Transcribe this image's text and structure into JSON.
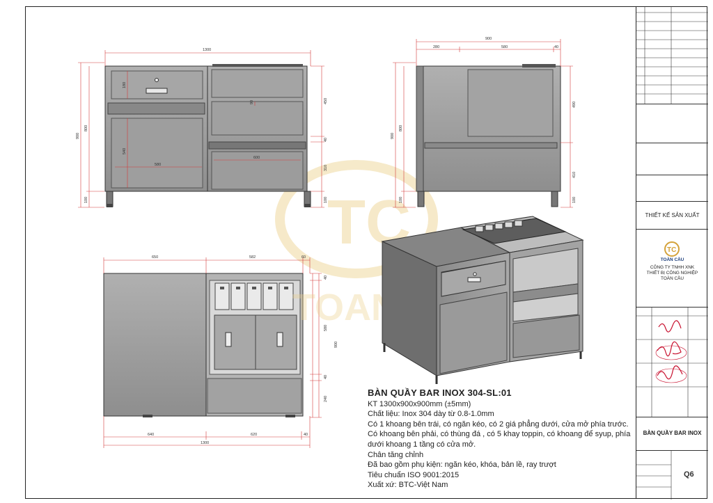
{
  "dims": {
    "front": {
      "width": "1300",
      "height_total": "900",
      "height_body": "800",
      "leg": "100",
      "d180": "180",
      "d540": "540",
      "d580": "580",
      "d600": "600",
      "d90": "90",
      "d450": "450",
      "d40": "40",
      "d310": "310"
    },
    "side": {
      "width": "900",
      "d280": "280",
      "d580": "580",
      "d40": "40",
      "h900": "900",
      "h800": "800",
      "h100": "100",
      "h490": "490",
      "h410": "410",
      "h100b": "100"
    },
    "top": {
      "d650": "650",
      "d582": "582",
      "d60": "60",
      "d40a": "40",
      "d580": "580",
      "d900": "900",
      "d40b": "40",
      "d240": "240",
      "d640": "640",
      "d620": "620",
      "d40c": "40",
      "d1300": "1300"
    }
  },
  "watermark": "TOAN CAU",
  "description": {
    "title": "BÀN QUẦY BAR INOX 304-SL:01",
    "lines": [
      "KT 1300x900x900mm (±5mm)",
      "Chất liệu: Inox 304 dày từ 0.8-1.0mm",
      "Có 1 khoang bên trái, có ngăn kéo, có 2 giá phẳng dưới, cửa mở phía trước.",
      "Có khoang bên phải, có thùng đá , có 5 khay toppin, có khoang để syup, phía dưới khoang 1 tầng có cửa mở.",
      "Chân tăng chỉnh",
      "Đã bao gồm phụ kiện: ngăn kéo, khóa, bản lề, ray trượt",
      "Tiêu chuẩn ISO 9001:2015",
      "Xuất xứ: BTC-Việt Nam"
    ]
  },
  "title_block": {
    "design_label": "THIẾT KẾ SẢN XUẤT",
    "logo_text": "TOÀN CẦU",
    "company_lines": [
      "CÔNG TY TNHH XNK",
      "THIẾT BỊ CÔNG NGHIỆP",
      "TOÀN CẦU"
    ],
    "product_name": "BÀN QUẦY BAR INOX",
    "sheet_code": "Q6"
  },
  "colors": {
    "steel": "#9a9a9a",
    "steel_dark": "#6f6f6f",
    "steel_light": "#c6c6c6",
    "line": "#222222",
    "dim": "#d23a3a",
    "stamp": "#c8102e",
    "watermark": "#e8c77a"
  }
}
